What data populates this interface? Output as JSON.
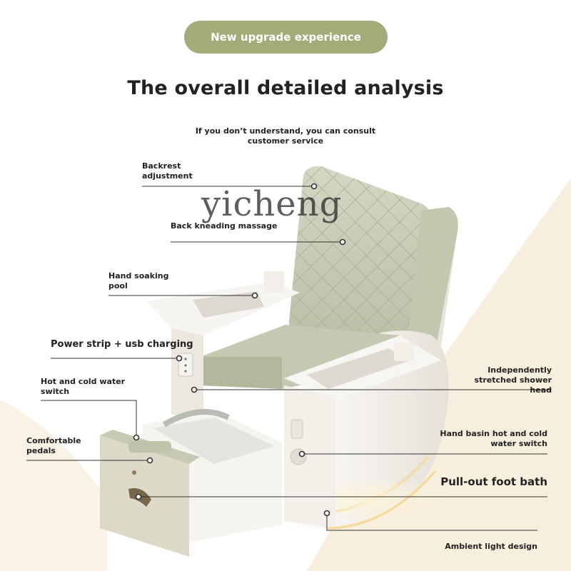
{
  "header": {
    "badge": "New upgrade experience",
    "title": "The overall detailed analysis",
    "subtitle": "If you don’t understand, you can consult customer service"
  },
  "watermark": "yicheng",
  "colors": {
    "badge_bg": "#a3ac79",
    "cushion": "#c9cdb6",
    "shell": "#f4f1ec",
    "wave": "#f6ecd9"
  },
  "callouts": {
    "backrest_adjustment": "Backrest adjustment",
    "back_kneading_massage": "Back kneading massage",
    "hand_soaking_pool": "Hand soaking pool",
    "power_strip": "Power strip + usb charging",
    "hot_cold_switch": "Hot and cold water switch",
    "comfortable_pedals": "Comfortable pedals",
    "shower_head": "Independently stretched shower head",
    "hand_basin_switch": "Hand basin hot and cold water switch",
    "pull_out_foot_bath": "Pull-out foot bath",
    "ambient_light": "Ambient light design"
  }
}
